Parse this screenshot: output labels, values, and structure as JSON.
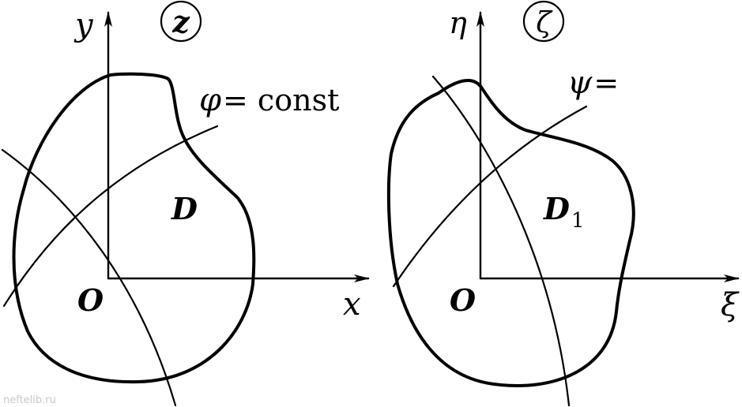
{
  "left_panel": {
    "plane_label": "z",
    "axis_x": "x",
    "axis_y": "y",
    "origin": "O",
    "region": "D",
    "curve_symbol": "φ",
    "curve_eq": "= const"
  },
  "right_panel": {
    "plane_label": "ζ",
    "axis_x": "ξ",
    "axis_y": "η",
    "origin": "O",
    "region": "D",
    "region_sub": "1",
    "curve_symbol": "ψ",
    "curve_eq": "="
  },
  "watermark": "neftelib.ru"
}
